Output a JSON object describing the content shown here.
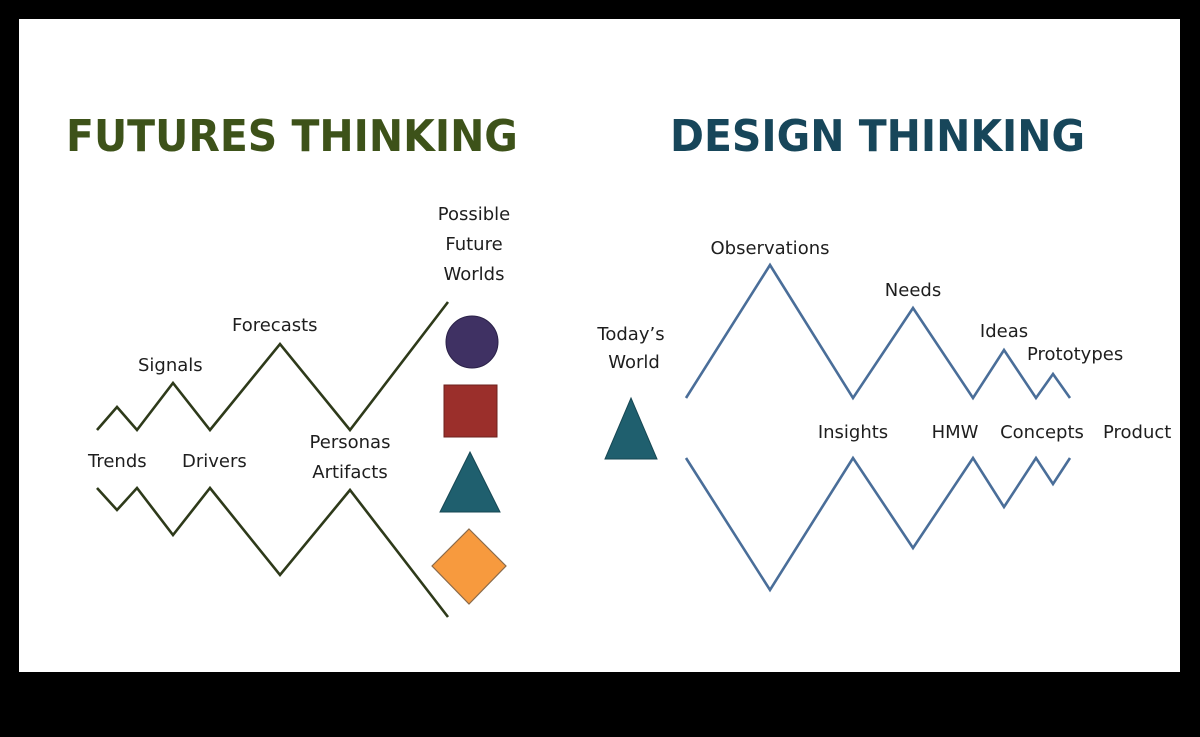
{
  "futures": {
    "title": "FUTURES THINKING",
    "title_color": "#3d5219",
    "line_color": "#2e3a1a",
    "labels": {
      "signals": "Signals",
      "forecasts": "Forecasts",
      "trends": "Trends",
      "drivers": "Drivers",
      "personas": "Personas",
      "artifacts": "Artifacts",
      "possible": "Possible",
      "future": "Future",
      "worlds": "Worlds"
    },
    "shapes": [
      {
        "type": "circle",
        "color": "#3f3163"
      },
      {
        "type": "square",
        "color": "#9b2f2b"
      },
      {
        "type": "triangle",
        "color": "#1f5f6e"
      },
      {
        "type": "diamond",
        "color": "#f79a3e"
      }
    ]
  },
  "design": {
    "title": "DESIGN THINKING",
    "title_color": "#17465a",
    "line_color": "#4a6e99",
    "labels": {
      "todays": "Today’s",
      "world": "World",
      "observations": "Observations",
      "needs": "Needs",
      "ideas": "Ideas",
      "prototypes": "Prototypes",
      "insights": "Insights",
      "hmw": "HMW",
      "concepts": "Concepts",
      "product": "Product"
    },
    "start_shape": {
      "type": "triangle",
      "color": "#1f5f6e"
    }
  }
}
